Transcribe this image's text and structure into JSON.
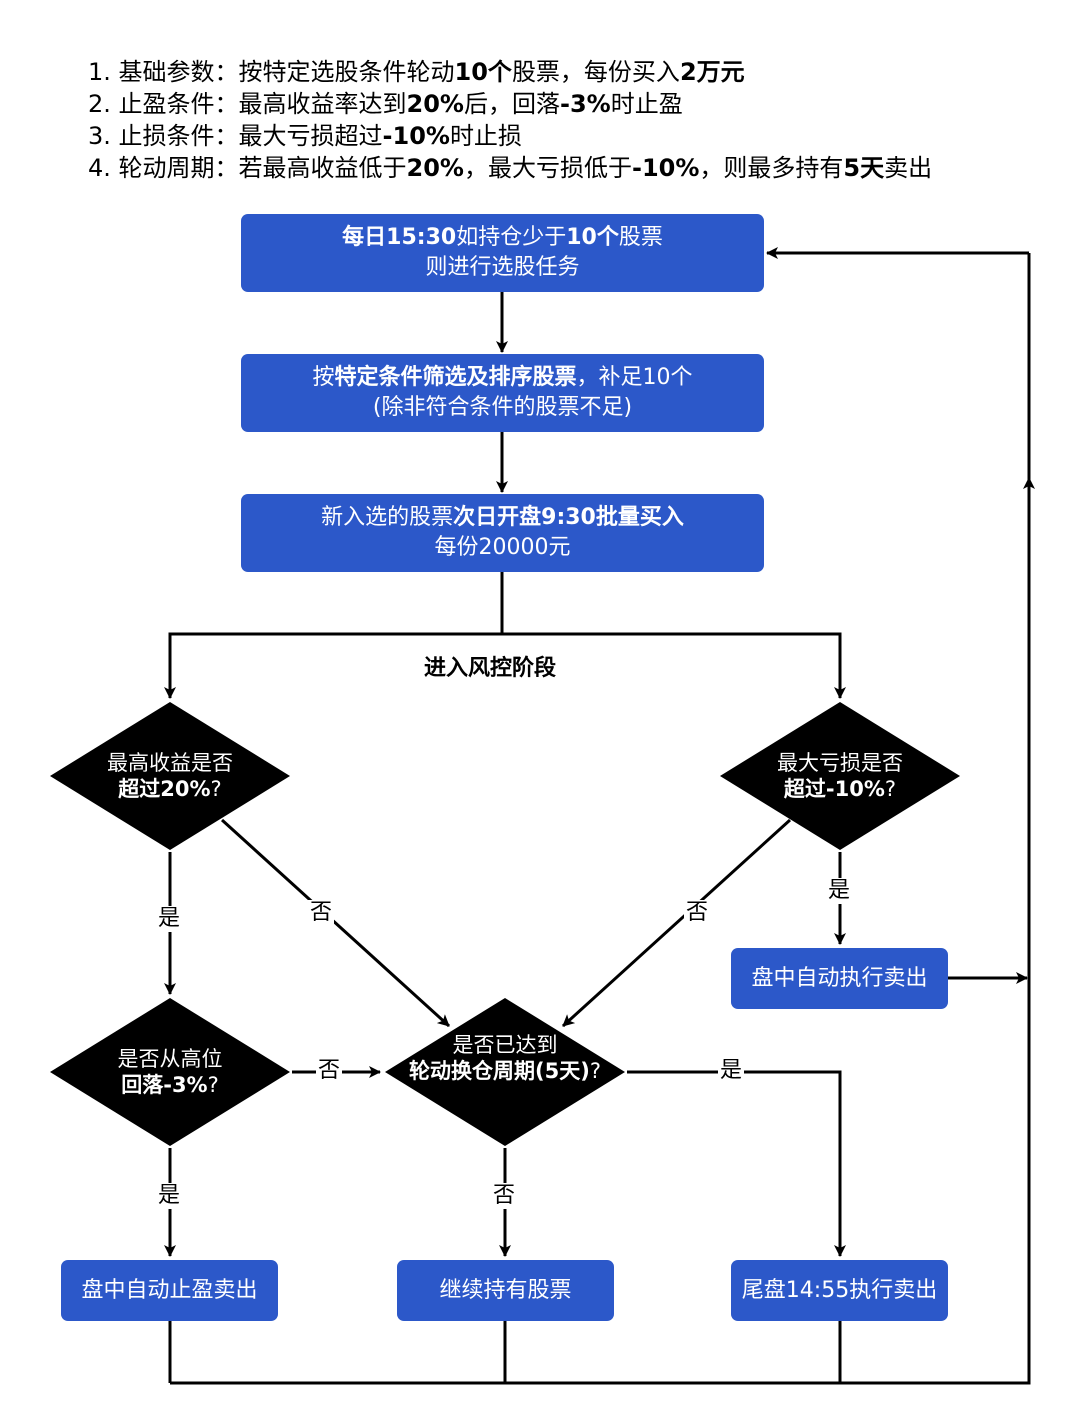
{
  "notes": [
    [
      {
        "t": "1. 基础参数：按特定选股条件轮动"
      },
      {
        "t": "10个",
        "b": true
      },
      {
        "t": "股票，每份买入"
      },
      {
        "t": "2万元",
        "b": true
      }
    ],
    [
      {
        "t": "2. 止盈条件：最高收益率达到"
      },
      {
        "t": "20%",
        "b": true
      },
      {
        "t": "后，回落"
      },
      {
        "t": "-3%",
        "b": true
      },
      {
        "t": "时止盈"
      }
    ],
    [
      {
        "t": "3. 止损条件：最大亏损超过"
      },
      {
        "t": "-10%",
        "b": true
      },
      {
        "t": "时止损"
      }
    ],
    [
      {
        "t": "4. 轮动周期：若最高收益低于"
      },
      {
        "t": "20%",
        "b": true
      },
      {
        "t": "，最大亏损低于"
      },
      {
        "t": "-10%",
        "b": true
      },
      {
        "t": "，则最多持有"
      },
      {
        "t": "5天",
        "b": true
      },
      {
        "t": "卖出"
      }
    ]
  ],
  "boxes": {
    "daily_check": [
      [
        {
          "t": "每日15:30",
          "b": true
        },
        {
          "t": "如持仓少于"
        },
        {
          "t": "10个",
          "b": true
        },
        {
          "t": "股票"
        }
      ],
      [
        {
          "t": "则进行选股任务"
        }
      ]
    ],
    "screen": [
      [
        {
          "t": "按"
        },
        {
          "t": "特定条件筛选及排序股票",
          "b": true
        },
        {
          "t": "，补足10个"
        }
      ],
      [
        {
          "t": "(除非符合条件的股票不足)"
        }
      ]
    ],
    "buy": [
      [
        {
          "t": "新入选的股票"
        },
        {
          "t": "次日开盘9:30批量买入",
          "b": true
        }
      ],
      [
        {
          "t": "每份20000元"
        }
      ]
    ],
    "stop_loss_sell": [
      [
        {
          "t": "盘中自动执行卖出"
        }
      ]
    ],
    "take_profit_sell": [
      [
        {
          "t": "盘中自动止盈卖出"
        }
      ]
    ],
    "keep_holding": [
      [
        {
          "t": "继续持有股票"
        }
      ]
    ],
    "close_sell": [
      [
        {
          "t": "尾盘14:55执行卖出"
        }
      ]
    ]
  },
  "decisions": {
    "max_gain": [
      [
        {
          "t": "最高收益是否"
        }
      ],
      [
        {
          "t": "超过20%",
          "b": true
        },
        {
          "t": "?"
        }
      ]
    ],
    "max_loss": [
      [
        {
          "t": "最大亏损是否"
        }
      ],
      [
        {
          "t": "超过-10%",
          "b": true
        },
        {
          "t": "?"
        }
      ]
    ],
    "pullback": [
      [
        {
          "t": "是否从高位"
        }
      ],
      [
        {
          "t": "回落-3%",
          "b": true
        },
        {
          "t": "?"
        }
      ]
    ],
    "period": [
      [
        {
          "t": "是否已达到"
        }
      ],
      [
        {
          "t": "轮动换仓周期(5天)",
          "b": true
        },
        {
          "t": "?"
        }
      ]
    ]
  },
  "phase_label": "进入风控阶段",
  "edge_labels": {
    "gain_yes": "是",
    "gain_no": "否",
    "loss_no": "否",
    "loss_yes": "是",
    "pullback_no": "否",
    "pullback_yes": "是",
    "period_no": "否",
    "period_yes": "是"
  },
  "colors": {
    "box_fill": "#2c58c9",
    "decision_fill": "#000000",
    "line": "#000000"
  }
}
